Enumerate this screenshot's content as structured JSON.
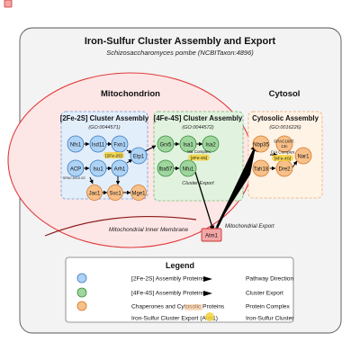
{
  "title": "Iron-Sulfur Cluster Assembly and Export",
  "subtitle": "Schizosaccharomyces pombe (NCBITaxon:4896)",
  "compartments": {
    "mitochondrion": "Mitochondrion",
    "cytosol": "Cytosol",
    "inner_membrane": "Mitochondrial Inner Membrane",
    "mito_export": "Mitochondrial Export"
  },
  "modules": {
    "fe2s2": {
      "title": "[2Fe-2S] Cluster Assembly",
      "go": "(GO:0044571)"
    },
    "fe4s4": {
      "title": "[4Fe-4S] Cluster Assembly",
      "go": "(GO:0044572)"
    },
    "cyto": {
      "title": "Cytosolic Assembly",
      "go": "(GO:0016226)"
    }
  },
  "nodes": {
    "Nfs1": "Nfs1",
    "Isd11": "Isd11",
    "Fxn1": "Fxn1",
    "ACP": "ACP",
    "Isu1": "Isu1",
    "Arh1": "Arh1",
    "Etp1": "Etp1",
    "Jac1": "Jac1",
    "Ssc1": "Ssc1",
    "Mge1": "Mge1",
    "Grx5": "Grx5",
    "Isa1": "Isa1",
    "Isa2": "Isa2",
    "Iba57": "Iba57",
    "Nfu1": "Nfu1",
    "Atm1": "Atm1",
    "Nbp35": "Nbp35",
    "Tah18": "Tah18",
    "Dre2": "Dre2",
    "Nar1": "Nar1"
  },
  "small_labels": {
    "acp_sub": "SPAC1610.03",
    "fe2s2_badge": "[2Fe-2S]",
    "isa_sub": "Isa Complex",
    "fe4s4_badge": "[4Fe-4S]",
    "cluster_export": "Cluster Export",
    "cia_gene": "SPAC1687.",
    "cia_e1": "13c",
    "cia_complex": "CIA Complex",
    "cia_badge": "[4Fe-4S]"
  },
  "legend": {
    "title": "Legend",
    "items": [
      {
        "label": "[2Fe-2S] Assembly Proteins",
        "color": "#aed3f5",
        "stroke": "#3a7abf"
      },
      {
        "label": "[4Fe-4S] Assembly Proteins",
        "color": "#9ed69e",
        "stroke": "#3a8a3a"
      },
      {
        "label": "Chaperones and Cytosolic Proteins",
        "color": "#f8c089",
        "stroke": "#d2782a"
      },
      {
        "label": "Iron-Sulfur Cluster Export (Atm1)",
        "color": "#f4a6a6",
        "stroke": "#cc3333"
      }
    ],
    "right_items": [
      "Pathway Direction",
      "Cluster Export",
      "Protein Complex",
      "Iron-Sulfur Cluster"
    ]
  },
  "colors": {
    "fe2s2_fill": "#aed3f5",
    "fe2s2_stroke": "#3a7abf",
    "fe4s4_fill": "#9ed69e",
    "fe4s4_stroke": "#3a8a3a",
    "chap_fill": "#f8c089",
    "chap_stroke": "#d2782a",
    "atm1_fill": "#f4a6a6",
    "atm1_stroke": "#cc3333",
    "badge_fill": "#f5d13a",
    "mito_fill": "#fde6e6",
    "mito_stroke": "#e23c3c",
    "cyto_fill": "#fff3e6"
  }
}
